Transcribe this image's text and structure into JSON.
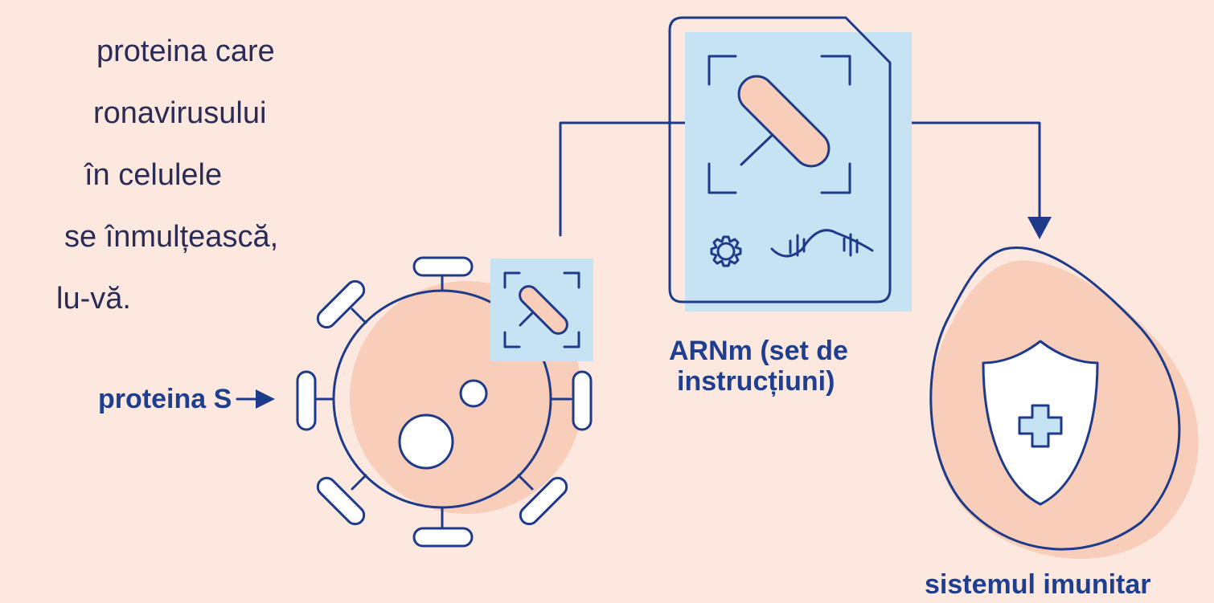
{
  "intro_text": {
    "lines": [
      "proteina care",
      "ronavirusului",
      "în celulele",
      "se înmulțească,",
      "lu-vă."
    ]
  },
  "labels": {
    "spike_protein": "proteina S",
    "mrna_line1": "ARNm (set de",
    "mrna_line2": "instrucțiuni)",
    "immune_system": "sistemul imunitar"
  },
  "colors": {
    "background": "#fde8df",
    "outline": "#1e3a8a",
    "peach": "#f8cdb9",
    "light_blue": "#c6e3f3",
    "text_dark": "#2a2c55",
    "label_blue": "#1e3f8f"
  },
  "icons": [
    "virus-icon",
    "spike-protein-icon",
    "mrna-document-icon",
    "gear-icon",
    "wave-icon",
    "immune-cell-icon",
    "shield-icon",
    "cross-icon"
  ]
}
